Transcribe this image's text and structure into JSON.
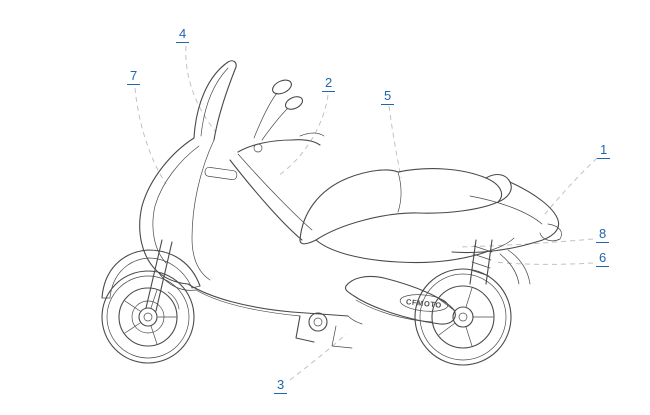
{
  "diagram": {
    "brand_label": "CFMOTO",
    "callouts": [
      {
        "label": "1"
      },
      {
        "label": "2"
      },
      {
        "label": "3"
      },
      {
        "label": "4"
      },
      {
        "label": "5"
      },
      {
        "label": "6"
      },
      {
        "label": "7"
      },
      {
        "label": "8"
      }
    ],
    "colors": {
      "accent": "#1f66ad",
      "art-line": "#4a4a4a",
      "leader-line": "#c2c2c2",
      "background": "#ffffff"
    }
  }
}
